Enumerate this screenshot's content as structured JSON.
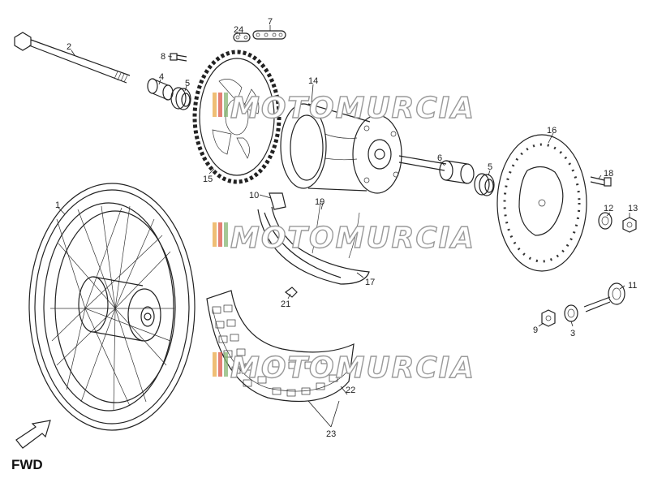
{
  "callouts": {
    "c1": "1",
    "c2": "2",
    "c3": "3",
    "c4": "4",
    "c5a": "5",
    "c5b": "5",
    "c6": "6",
    "c7": "7",
    "c8": "8",
    "c9": "9",
    "c10": "10",
    "c11": "11",
    "c12": "12",
    "c13": "13",
    "c14": "14",
    "c15": "15",
    "c16": "16",
    "c17": "17",
    "c18": "18",
    "c19": "19",
    "c21": "21",
    "c22": "22",
    "c23": "23",
    "c24": "24"
  },
  "direction_label": "FWD",
  "watermark": {
    "text": "MOTOMURCIA",
    "stripe_colors": [
      "#e8a33a",
      "#d94a3a",
      "#7fb06a"
    ]
  },
  "colors": {
    "line": "#222222",
    "background": "#ffffff"
  }
}
